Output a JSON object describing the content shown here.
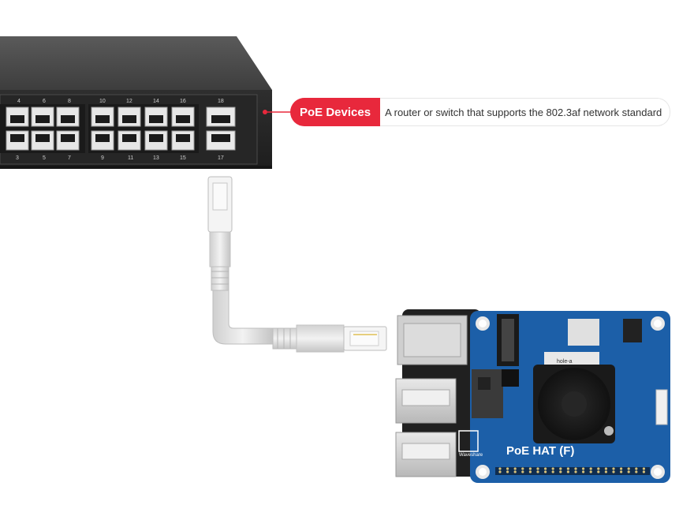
{
  "callout": {
    "title": "PoE Devices",
    "description": "A router or switch that supports the 802.3af network standard"
  },
  "switch": {
    "top_port_numbers": [
      "4",
      "6",
      "8",
      "10",
      "12",
      "14",
      "16",
      "18"
    ],
    "bottom_port_numbers": [
      "3",
      "5",
      "7",
      "9",
      "11",
      "13",
      "15",
      "17"
    ]
  },
  "hat": {
    "label": "PoE HAT (F)",
    "brand": "Waveshare",
    "fan_text": "hole-a"
  },
  "colors": {
    "accent": "#e8283c",
    "pcb": "#1c5fa8",
    "switch_body": "#3a3a3a"
  }
}
